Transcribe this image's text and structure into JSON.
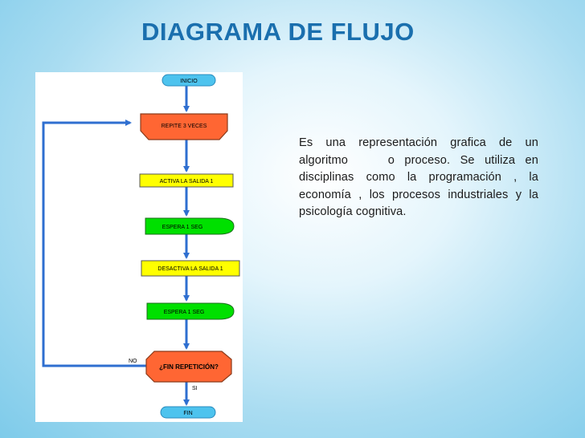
{
  "title": "DIAGRAMA DE FLUJO",
  "description": "Es una representación grafica de un algoritmo    o proceso. Se utiliza en disciplinas como la programación , la economía , los procesos industriales y la psicología cognitiva.",
  "flowchart": {
    "start": "INICIO",
    "loop": "REPITE 3 VECES",
    "step1": "ACTIVA LA  SALIDA 1",
    "wait1": "ESPERA 1 SEG",
    "step2": "DESACTIVA LA SALIDA 1",
    "wait2": "ESPERA 1 SEG",
    "decision": "¿FIN REPETICIÓN?",
    "no_label": "NO",
    "yes_label": "SI",
    "end": "FIN"
  },
  "colors": {
    "title": "#1a6fae",
    "terminal": "#4dc3ee",
    "loop": "#ff6633",
    "process": "#ffff00",
    "delay": "#00e000",
    "decision": "#ff6633",
    "arrow": "#2f6fd0"
  }
}
